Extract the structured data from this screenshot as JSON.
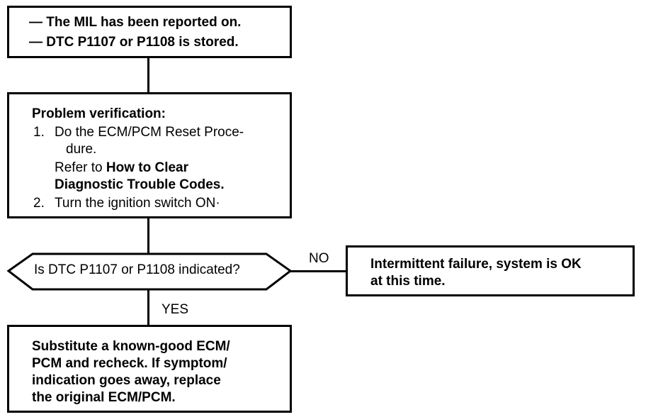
{
  "start_box": {
    "line1": "— The MIL has been reported on.",
    "line2": "— DTC P1107 or P1108 is stored."
  },
  "verification_box": {
    "heading": "Problem verification:",
    "step1_num": "1.",
    "step1_a": "Do the ECM/PCM Reset Proce-",
    "step1_b": "dure.",
    "step1_c": "Refer to",
    "step1_link_a": "How to Clear",
    "step1_link_b": "Diagnostic Trouble Codes.",
    "step2_num": "2.",
    "step2": "Turn the ignition switch ON·"
  },
  "decision": {
    "question": "Is DTC P1107 or P1108 indicated?",
    "no_label": "NO",
    "yes_label": "YES"
  },
  "no_box": {
    "line1": "Intermittent failure, system is OK",
    "line2": "at this time."
  },
  "yes_box": {
    "line1": "Substitute a known-good ECM/",
    "line2": "PCM and recheck. If symptom/",
    "line3": "indication goes away, replace",
    "line4": "the original ECM/PCM."
  }
}
